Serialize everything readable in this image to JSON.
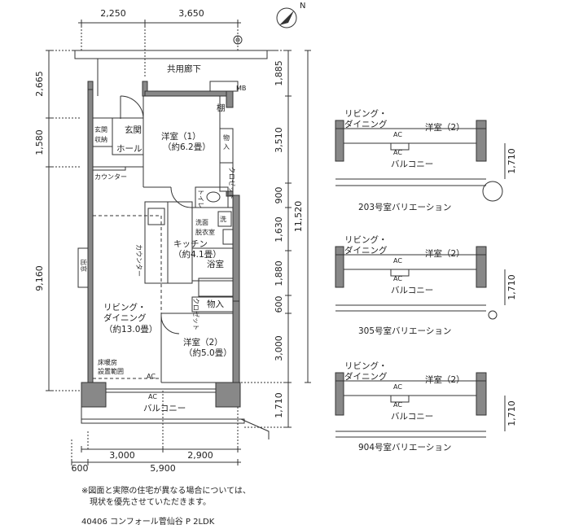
{
  "dimensions": {
    "top": [
      "2,250",
      "3,650"
    ],
    "left": [
      "2,665",
      "1,580",
      "9,160"
    ],
    "right_inner": [
      "1,885",
      "3,510",
      "900",
      "1,630",
      "1,880",
      "600",
      "3,000",
      "1,710"
    ],
    "right_total": "11,520",
    "bottom_row1": [
      "3,000",
      "2,900"
    ],
    "bottom_row2": [
      "600",
      "5,900"
    ]
  },
  "compass": {
    "label": "N"
  },
  "rooms": {
    "corridor": "共用廊下",
    "mb": "MB",
    "entrance": "玄関",
    "entrance_storage_1": "玄関",
    "entrance_storage_2": "収納",
    "hall": "ホール",
    "counter": "カウンター",
    "western1_name": "洋室（1）",
    "western1_size": "（約6.2畳）",
    "shelf": "棚",
    "storage_1": "物",
    "storage_2": "入",
    "closet": "クロゼット",
    "toilet": "トイレ",
    "washroom_1": "洗面",
    "washroom_2": "脱衣室",
    "wash": "洗",
    "kitchen_name": "キッチン",
    "kitchen_size": "（約4.1畳）",
    "kitchen_counter": "カウンター",
    "bath": "浴室",
    "closet2": "クロゼット",
    "storage_main": "物入",
    "living_1": "リビング・",
    "living_2": "ダイニング",
    "living_size": "（約13.0畳）",
    "western2_name": "洋室（2）",
    "western2_size": "（約5.0畳）",
    "floor_heat_1": "床暖房",
    "floor_heat_2": "設置範囲",
    "ac": "AC",
    "balcony": "バルコニー",
    "window": "出窓"
  },
  "variations": [
    {
      "living_1": "リビング・",
      "living_2": "ダイニング",
      "western": "洋室（2）",
      "ac": "AC",
      "balcony": "バルコニー",
      "dim": "1,710",
      "caption": "203号室バリエーション"
    },
    {
      "living_1": "リビング・",
      "living_2": "ダイニング",
      "western": "洋室（2）",
      "ac": "AC",
      "balcony": "バルコニー",
      "dim": "1,710",
      "caption": "305号室バリエーション"
    },
    {
      "living_1": "リビング・",
      "living_2": "ダイニング",
      "western": "洋室（2）",
      "ac": "AC",
      "balcony": "バルコニー",
      "dim": "1,710",
      "caption": "904号室バリエーション"
    }
  ],
  "notes": {
    "line1": "※図面と実際の住宅が異なる場合については、",
    "line2": "　現状を優先させていただきます。",
    "footer": "40406 コンフォール菅仙谷 P 2LDK"
  }
}
